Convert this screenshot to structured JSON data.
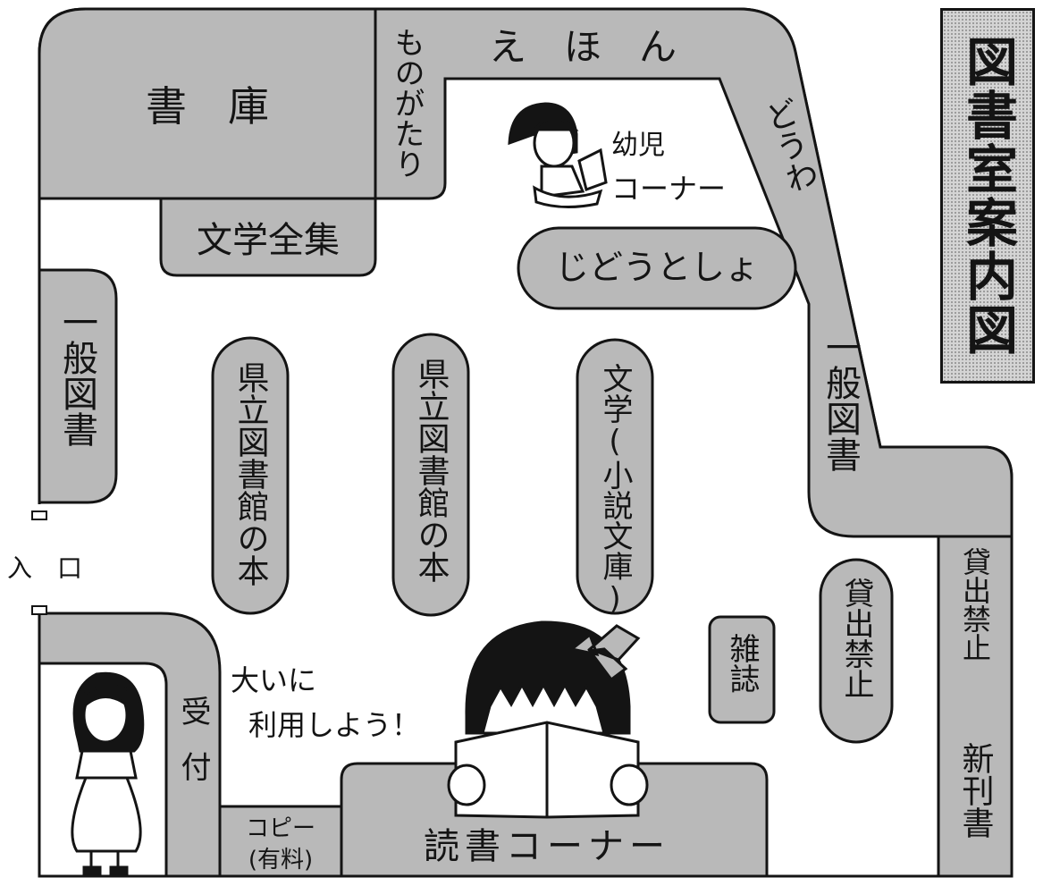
{
  "title": "図書室案内図",
  "areas": {
    "shoko": "書　庫",
    "monogatari": "ものがたり",
    "ehon": "え　ほ　ん",
    "douwa": "どうわ",
    "bungaku_zenshu": "文学全集",
    "jidou_tosho": "じどうとしょ",
    "ippan_tosho_left": "一般図書",
    "ippan_tosho_right": "一般図書",
    "kenritsu_1": "県立図書館の本",
    "kenritsu_2": "県立図書館の本",
    "bungaku_shousetsu": "文学(小説文庫)",
    "youji_corner_line1": "幼児",
    "youji_corner_line2": "コーナー",
    "zasshi": "雑誌",
    "kashidashi_kinshi_pill": "貸出禁止",
    "kashidashi_kinshi_shelf": "貸出禁止",
    "shinkansho": "新刊書",
    "uketsuke": "受付",
    "copy_line1": "コピー",
    "copy_line2": "(有料)",
    "dokusho_corner": "読書コーナー",
    "entrance": "入　口",
    "slogan_line1": "大いに",
    "slogan_line2": "利用しよう！"
  },
  "colors": {
    "shelf": "#b9b9b9",
    "ink": "#141414",
    "background": "#ffffff"
  }
}
